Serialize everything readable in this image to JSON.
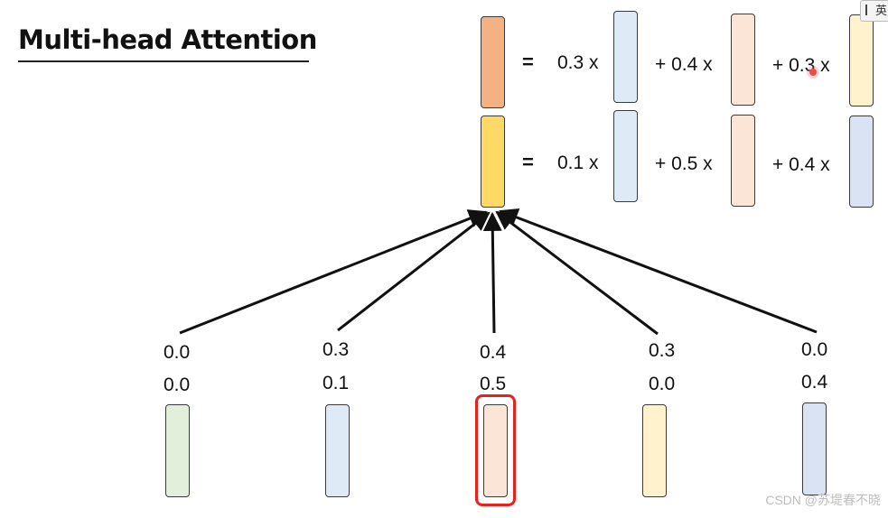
{
  "title": "Multi-head Attention",
  "equations": [
    {
      "equals": "=",
      "terms": [
        {
          "prefix": "",
          "weight": "0.3",
          "mult": "x"
        },
        {
          "prefix": "+",
          "weight": "0.4",
          "mult": "x"
        },
        {
          "prefix": "+",
          "weight": "0.3",
          "mult": "x"
        }
      ],
      "result_color": "#f4b183",
      "term_colors": [
        "#deebf7",
        "#fbe5d6",
        "#fff2cc"
      ]
    },
    {
      "equals": "=",
      "terms": [
        {
          "prefix": "",
          "weight": "0.1",
          "mult": "x"
        },
        {
          "prefix": "+",
          "weight": "0.5",
          "mult": "x"
        },
        {
          "prefix": "+",
          "weight": "0.4",
          "mult": "x"
        }
      ],
      "result_color": "#ffd966",
      "term_colors": [
        "#deebf7",
        "#fbe5d6",
        "#dae3f3"
      ]
    }
  ],
  "bottom_vectors": [
    {
      "weight_top": "0.0",
      "weight_bottom": "0.0",
      "color": "#e2efda"
    },
    {
      "weight_top": "0.3",
      "weight_bottom": "0.1",
      "color": "#deebf7"
    },
    {
      "weight_top": "0.4",
      "weight_bottom": "0.5",
      "color": "#fbe5d6",
      "highlighted": true
    },
    {
      "weight_top": "0.3",
      "weight_bottom": "0.0",
      "color": "#fff2cc"
    },
    {
      "weight_top": "0.0",
      "weight_bottom": "0.4",
      "color": "#dae3f3"
    }
  ],
  "highlight_color": "#e8211d",
  "side_widget": {
    "char": "英"
  },
  "watermark": "CSDN @苏堤春不晓"
}
